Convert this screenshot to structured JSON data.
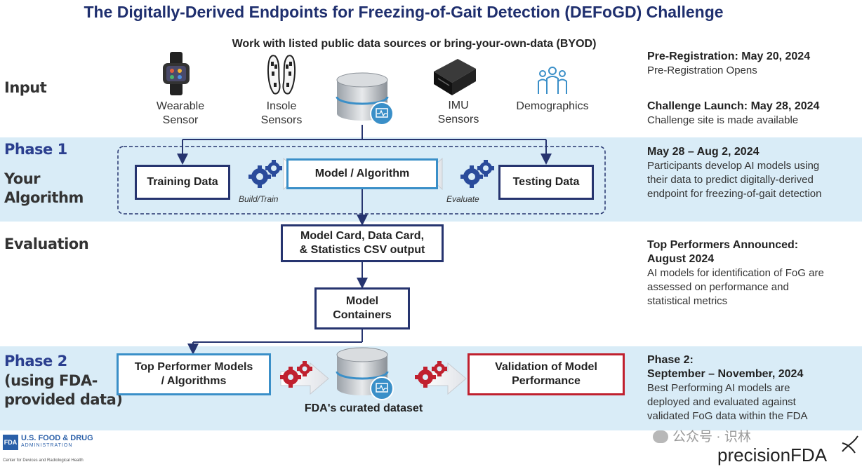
{
  "title": "The Digitally-Derived Endpoints for Freezing-of-Gait Detection (DEFoGD) Challenge",
  "subtitle": "Work with listed public data sources or bring-your-own-data (BYOD)",
  "sections": {
    "input": "Input",
    "phase1_a": "Phase 1",
    "phase1_b": "Your",
    "phase1_c": "Algorithm",
    "evaluation": "Evaluation",
    "phase2_a": "Phase 2",
    "phase2_b": "(using FDA-",
    "phase2_c": "provided data)"
  },
  "sources": [
    {
      "l1": "Wearable",
      "l2": "Sensor",
      "icon": "smartwatch-icon"
    },
    {
      "l1": "Insole",
      "l2": "Sensors",
      "icon": "insole-icon"
    },
    {
      "l1": "IMU",
      "l2": "Sensors",
      "icon": "imu-device-icon"
    },
    {
      "l1": "Demographics",
      "l2": "",
      "icon": "people-icon"
    }
  ],
  "boxes": {
    "training": "Training Data",
    "model": "Model / Algorithm",
    "testing": "Testing Data",
    "card_l1": "Model Card, Data Card,",
    "card_l2": "& Statistics CSV output",
    "containers_l1": "Model",
    "containers_l2": "Containers",
    "top_l1": "Top Performer Models",
    "top_l2": "/ Algorithms",
    "val_l1": "Validation of Model",
    "val_l2": "Performance"
  },
  "gear_labels": {
    "build": "Build/Train",
    "evaluate": "Evaluate"
  },
  "curated": "FDA's curated dataset",
  "timeline": [
    {
      "head": [
        "Pre-Registration: May 20, 2024"
      ],
      "text": [
        "Pre-Registration Opens"
      ]
    },
    {
      "head": [
        "Challenge Launch: May 28, 2024"
      ],
      "text": [
        "Challenge site is made available"
      ]
    },
    {
      "head": [
        "May 28 – Aug 2, 2024"
      ],
      "text": [
        "Participants develop AI models using",
        "their data to predict digitally-derived",
        "endpoint for freezing-of-gait detection"
      ]
    },
    {
      "head": [
        "Top Performers Announced:",
        "August 2024"
      ],
      "text": [
        "AI models for identification of FoG are",
        "assessed on performance and",
        "statistical metrics"
      ]
    },
    {
      "head": [
        "Phase 2:",
        "September – November, 2024"
      ],
      "text": [
        "Best Performing AI models are",
        "deployed and evaluated against",
        "validated FoG data within the FDA"
      ]
    }
  ],
  "fda_logo": {
    "badge": "FDA",
    "l1": "U.S. FOOD & DRUG",
    "l2": "ADMINISTRATION",
    "l3": "Center for Devices and Radiological Health"
  },
  "watermark": "公众号 · 识林",
  "precision_logo": "precisionFDA",
  "colors": {
    "band": "#d9ecf7",
    "navy": "#26346f",
    "light_blue": "#3a8fc8",
    "red": "#c0202e",
    "title": "#1f2f6e"
  }
}
